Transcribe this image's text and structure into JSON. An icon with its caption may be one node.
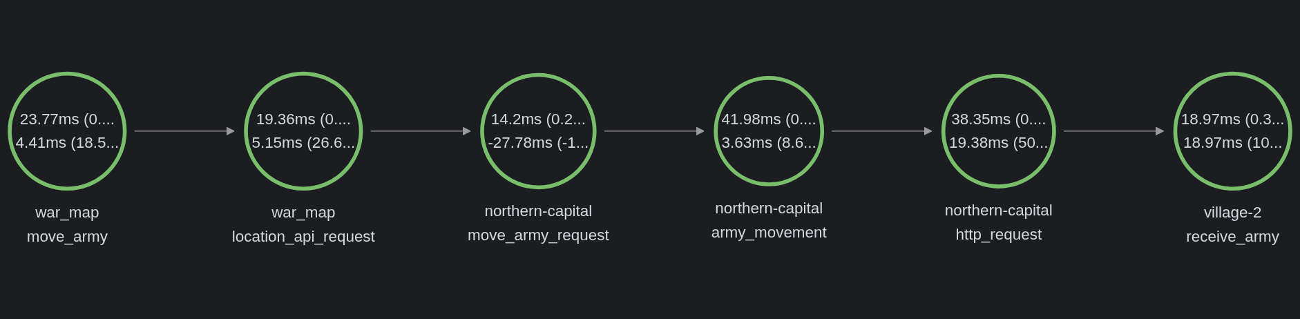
{
  "diagram": {
    "nodes": [
      {
        "text": [
          "23.77ms (0....",
          "4.41ms (18.5..."
        ],
        "beside": [
          "war_map",
          "move_army"
        ]
      },
      {
        "text": [
          "19.36ms (0....",
          "5.15ms (26.6..."
        ],
        "beside": [
          "war_map",
          "location_api_request"
        ]
      },
      {
        "text": [
          "14.2ms (0.2...",
          "-27.78ms (-1..."
        ],
        "beside": [
          "northern-capital",
          "move_army_request"
        ]
      },
      {
        "text": [
          "41.98ms (0....",
          "3.63ms (8.6..."
        ],
        "beside": [
          "northern-capital",
          "army_movement"
        ]
      },
      {
        "text": [
          "38.35ms (0....",
          "19.38ms (50..."
        ],
        "beside": [
          "northern-capital",
          "http_request"
        ]
      },
      {
        "text": [
          "18.97ms (0.3...",
          "18.97ms (10..."
        ],
        "beside": [
          "village-2",
          "receive_army"
        ]
      }
    ],
    "edges": [
      {
        "from": 0,
        "to": 1,
        "arrow": "to"
      },
      {
        "from": 1,
        "to": 2,
        "arrow": "to"
      },
      {
        "from": 2,
        "to": 3,
        "arrow": "to"
      },
      {
        "from": 3,
        "to": 4,
        "arrow": "to"
      },
      {
        "from": 4,
        "to": 5,
        "arrow": "to"
      }
    ]
  }
}
